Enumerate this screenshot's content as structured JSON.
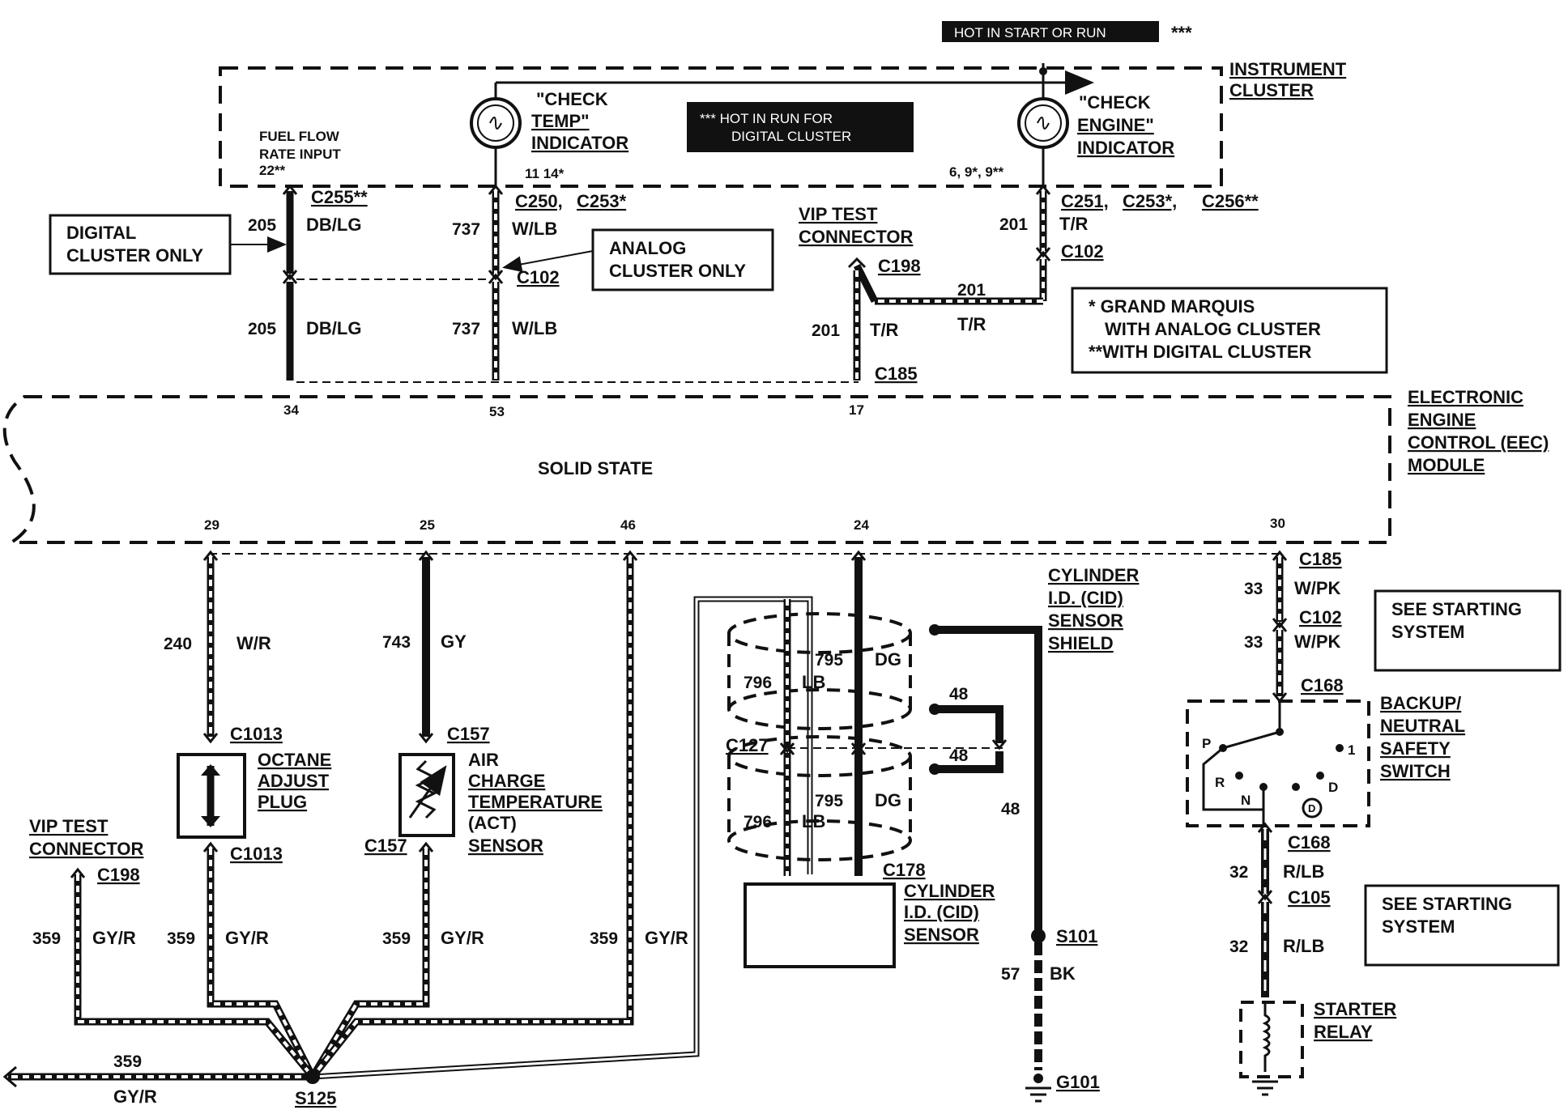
{
  "header": {
    "hot_start_run": "HOT IN START OR RUN",
    "hot_start_run_marker": "***",
    "hot_run_digital_line1": "*** HOT IN RUN FOR",
    "hot_run_digital_line2": "DIGITAL CLUSTER"
  },
  "instrument_cluster": {
    "title_line1": "INSTRUMENT",
    "title_line2": "CLUSTER",
    "check_temp_line1": "\"CHECK",
    "check_temp_line2": "TEMP\"",
    "check_temp_line3": "INDICATOR",
    "check_engine_line1": "\"CHECK",
    "check_engine_line2": "ENGINE\"",
    "check_engine_line3": "INDICATOR",
    "fuel_flow_line1": "FUEL FLOW",
    "fuel_flow_line2": "RATE INPUT",
    "fuel_flow_pin": "22**",
    "temp_pins": "11 14*",
    "engine_pins": "6, 9*, 9**"
  },
  "notes": {
    "digital_only_line1": "DIGITAL",
    "digital_only_line2": "CLUSTER ONLY",
    "analog_only_line1": "ANALOG",
    "analog_only_line2": "CLUSTER ONLY",
    "legend_line1": "* GRAND MARQUIS",
    "legend_line2": "WITH ANALOG CLUSTER",
    "legend_line3": "**WITH DIGITAL CLUSTER",
    "see_starting_1_line1": "SEE STARTING",
    "see_starting_1_line2": "SYSTEM",
    "see_starting_2_line1": "SEE STARTING",
    "see_starting_2_line2": "SYSTEM"
  },
  "connectors": {
    "c255": "C255**",
    "c250": "C250,",
    "c253a": "C253*",
    "c251": "C251,",
    "c253b": "C253*,",
    "c256": "C256**",
    "c102_left": "C102",
    "c102_right": "C102",
    "c198_top": "C198",
    "c185_top": "C185",
    "c185_right": "C185",
    "c102_lower_right": "C102",
    "c168_top": "C168",
    "c168_bottom": "C168",
    "c105": "C105",
    "c1013_top": "C1013",
    "c1013_bottom": "C1013",
    "c157_top": "C157",
    "c157_bottom": "C157",
    "c127": "C127",
    "c178": "C178",
    "c198_bottom": "C198",
    "s101": "S101",
    "g101": "G101",
    "s125": "S125"
  },
  "vip_test_top_line1": "VIP TEST",
  "vip_test_top_line2": "CONNECTOR",
  "vip_test_bottom_line1": "VIP TEST",
  "vip_test_bottom_line2": "CONNECTOR",
  "eec": {
    "title_line1": "ELECTRONIC",
    "title_line2": "ENGINE",
    "title_line3": "CONTROL (EEC)",
    "title_line4": "MODULE",
    "body": "SOLID STATE",
    "pin_34": "34",
    "pin_53": "53",
    "pin_17": "17",
    "pin_29": "29",
    "pin_25": "25",
    "pin_46": "46",
    "pin_24": "24",
    "pin_30": "30"
  },
  "wires": {
    "w205_a": "205",
    "w205_a_color": "DB/LG",
    "w205_b": "205",
    "w205_b_color": "DB/LG",
    "w737_a": "737",
    "w737_a_color": "W/LB",
    "w737_b": "737",
    "w737_b_color": "W/LB",
    "w201_a": "201",
    "w201_a_color": "T/R",
    "w201_b": "201",
    "w201_b_color": "T/R",
    "w201_c": "201",
    "w201_c_color": "T/R",
    "w240": "240",
    "w240_color": "W/R",
    "w743": "743",
    "w743_color": "GY",
    "w359_a": "359",
    "w359_a_color": "GY/R",
    "w359_b": "359",
    "w359_b_color": "GY/R",
    "w359_c": "359",
    "w359_c_color": "GY/R",
    "w359_d": "359",
    "w359_d_color": "GY/R",
    "w359_e": "359",
    "w359_e_color": "GY/R",
    "w795_a": "795",
    "w795_a_color": "DG",
    "w796_a": "796",
    "w796_a_color": "LB",
    "w795_b": "795",
    "w795_b_color": "DG",
    "w796_b": "796",
    "w796_b_color": "LB",
    "w48_a": "48",
    "w48_b": "48",
    "w48_c": "48",
    "w57": "57",
    "w57_color": "BK",
    "w33_a": "33",
    "w33_a_color": "W/PK",
    "w33_b": "33",
    "w33_b_color": "W/PK",
    "w32_a": "32",
    "w32_a_color": "R/LB",
    "w32_b": "32",
    "w32_b_color": "R/LB"
  },
  "components": {
    "octane_line1": "OCTANE",
    "octane_line2": "ADJUST",
    "octane_line3": "PLUG",
    "act_line1": "AIR",
    "act_line2": "CHARGE",
    "act_line3": "TEMPERATURE",
    "act_line4": "(ACT)",
    "act_line5": "SENSOR",
    "cid_shield_line1": "CYLINDER",
    "cid_shield_line2": "I.D. (CID)",
    "cid_shield_line3": "SENSOR",
    "cid_shield_line4": "SHIELD",
    "cid_sensor_line1": "CYLINDER",
    "cid_sensor_line2": "I.D. (CID)",
    "cid_sensor_line3": "SENSOR",
    "backup_line1": "BACKUP/",
    "backup_line2": "NEUTRAL",
    "backup_line3": "SAFETY",
    "backup_line4": "SWITCH",
    "switch_p": "P",
    "switch_r": "R",
    "switch_n": "N",
    "switch_d": "D",
    "switch_1": "1",
    "switch_od": "D",
    "starter_line1": "STARTER",
    "starter_line2": "RELAY"
  }
}
